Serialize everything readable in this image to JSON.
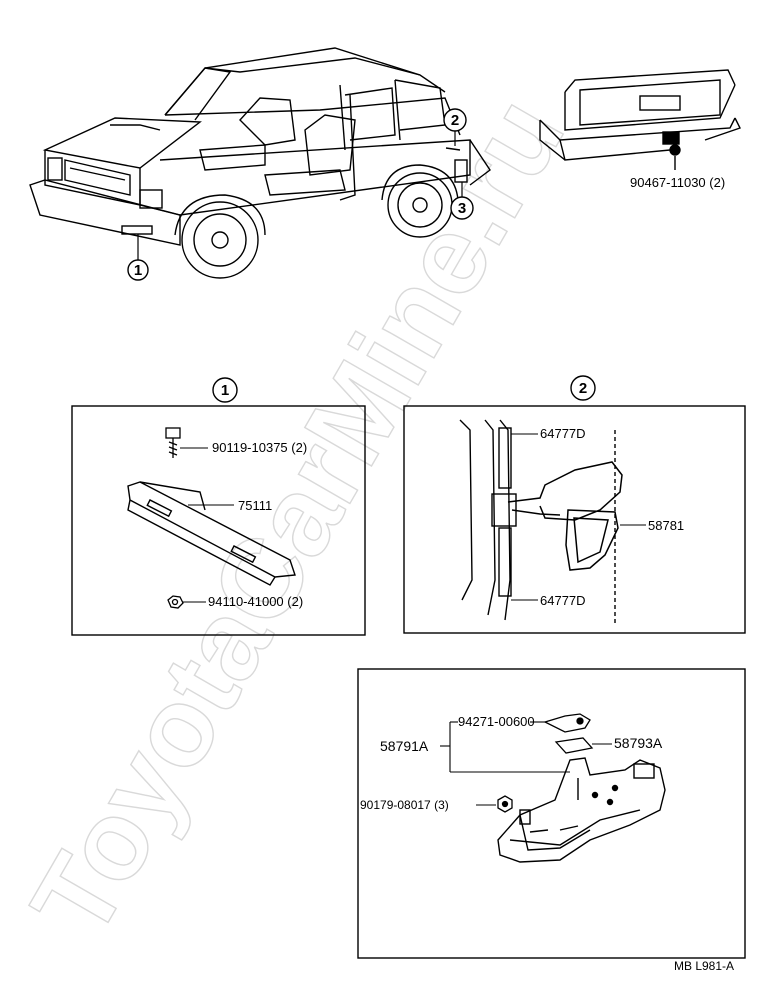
{
  "watermark": "ToyotaCarMine.ru",
  "footer_code": "MB  L981-A",
  "overview": {
    "callouts": [
      "1",
      "2",
      "3"
    ],
    "rear_bumper_part": "90467-11030 (2)"
  },
  "panel_1": {
    "callout": "1",
    "parts": [
      "90119-10375 (2)",
      "75111",
      "94110-41000 (2)"
    ]
  },
  "panel_2": {
    "callout": "2",
    "parts": [
      "64777D",
      "58781",
      "64777D"
    ]
  },
  "panel_3": {
    "assembly": "58791A",
    "parts": [
      "94271-00600",
      "58793A",
      "90179-08017 (3)"
    ]
  }
}
